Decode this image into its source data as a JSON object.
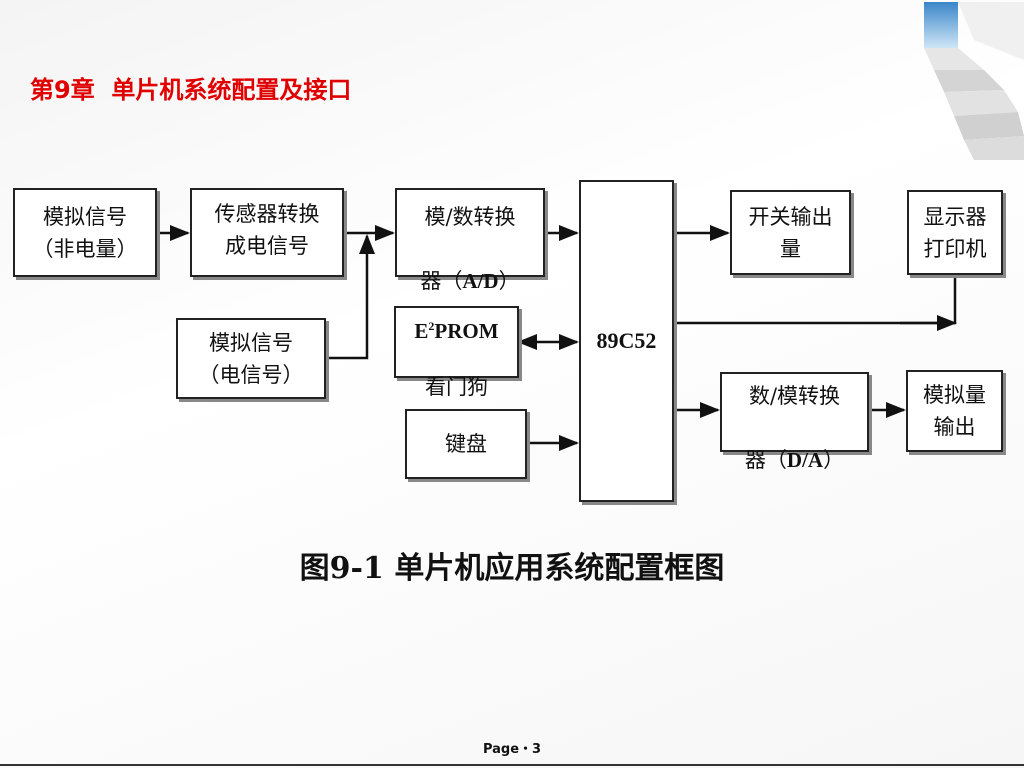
{
  "header": {
    "title": "第9章  单片机系统配置及接口"
  },
  "diagram": {
    "analog_nonelectric": "模拟信号\n（非电量）",
    "sensor": "传感器转换\n成电信号",
    "adc_l1": "模/数转换",
    "adc_l2_prefix": "器（",
    "adc_l2_bold": "A/D",
    "adc_l2_suffix": "）",
    "analog_electric": "模拟信号\n（电信号）",
    "eeprom_e": "E",
    "eeprom_sup": "2",
    "eeprom_rest": "PROM",
    "watchdog": "看门狗",
    "keyboard": "键盘",
    "mcu": "89C52",
    "switch_output": "开关输出\n量",
    "display_printer": "显示器\n打印机",
    "dac_l1": "数/模转换",
    "dac_l2_prefix": "器（",
    "dac_l2_bold": "D/A",
    "dac_l2_suffix": "）",
    "analog_output": "模拟量\n输出"
  },
  "caption": "图9-1  单片机应用系统配置框图",
  "footer": {
    "page": "Page・3"
  }
}
